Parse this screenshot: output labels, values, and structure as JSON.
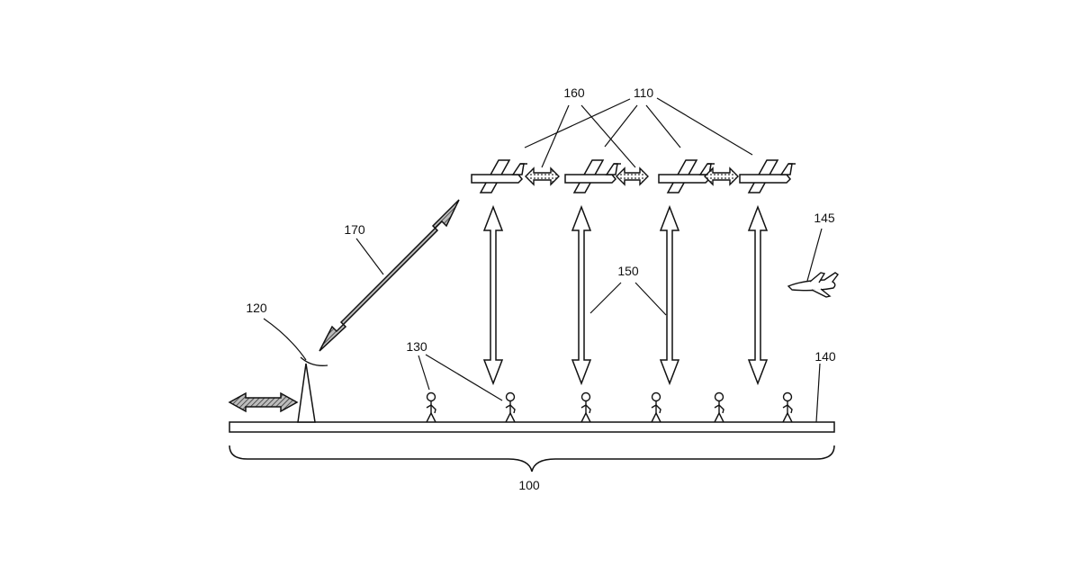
{
  "labels": {
    "system": "100",
    "uav": "110",
    "ground_station": "120",
    "ground_users": "130",
    "ground": "140",
    "aircraft": "145",
    "user_links": "150",
    "inter_uav_links": "160",
    "backhaul_link": "170"
  },
  "colors": {
    "line": "#111111",
    "background": "#ffffff"
  },
  "icons": {
    "uav": "uav-icon",
    "tower": "tower-icon",
    "person": "person-icon",
    "airplane": "airplane-icon"
  }
}
